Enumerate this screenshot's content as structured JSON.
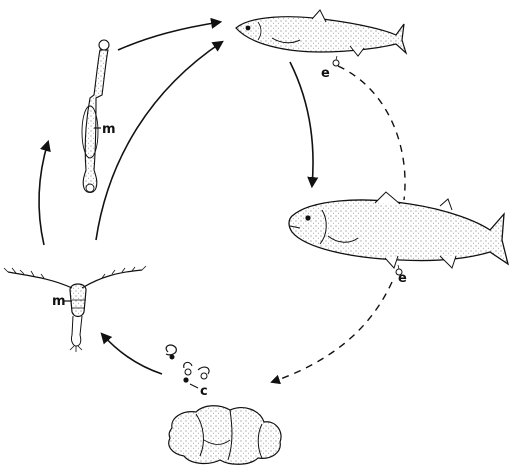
{
  "labels": {
    "m_upper": "m",
    "m_lower": "m",
    "e_upper": "e",
    "e_lower": "e",
    "c": "c"
  },
  "stages": [
    {
      "name": "juvenile-fish-icon"
    },
    {
      "name": "adult-fish-icon"
    },
    {
      "name": "egg-upper-icon"
    },
    {
      "name": "egg-lower-icon"
    },
    {
      "name": "coracidium-icon"
    },
    {
      "name": "copepod-icon"
    },
    {
      "name": "procercoid-worm-icon"
    },
    {
      "name": "brain-icon"
    }
  ],
  "colors": {
    "ink": "#111111",
    "stipple": "#555555",
    "background": "#ffffff"
  }
}
